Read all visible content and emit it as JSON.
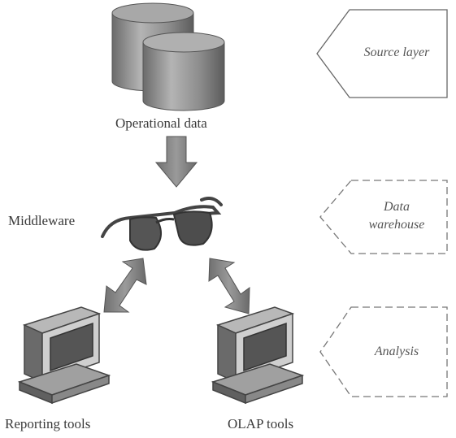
{
  "nodes": {
    "operational_data": {
      "label": "Operational data",
      "icon": "database-icon"
    },
    "middleware": {
      "label": "Middleware",
      "icon": "glasses-icon"
    },
    "reporting_tools": {
      "label": "Reporting tools",
      "icon": "computer-icon"
    },
    "olap_tools": {
      "label": "OLAP tools",
      "icon": "computer-icon"
    }
  },
  "layers": {
    "source": {
      "line1": "Source layer",
      "line2": "",
      "style": "solid"
    },
    "warehouse": {
      "line1": "Data",
      "line2": "warehouse",
      "style": "dashed"
    },
    "analysis": {
      "line1": "Analysis",
      "line2": "",
      "style": "dashed"
    }
  },
  "edges": [
    {
      "from": "operational_data",
      "to": "middleware",
      "direction": "one-way"
    },
    {
      "from": "middleware",
      "to": "reporting_tools",
      "direction": "two-way"
    },
    {
      "from": "middleware",
      "to": "olap_tools",
      "direction": "two-way"
    }
  ],
  "colors": {
    "icon_dark": "#5a5a5a",
    "icon_mid": "#8a8a8a",
    "icon_light": "#c8c8c8",
    "border": "#666666"
  }
}
